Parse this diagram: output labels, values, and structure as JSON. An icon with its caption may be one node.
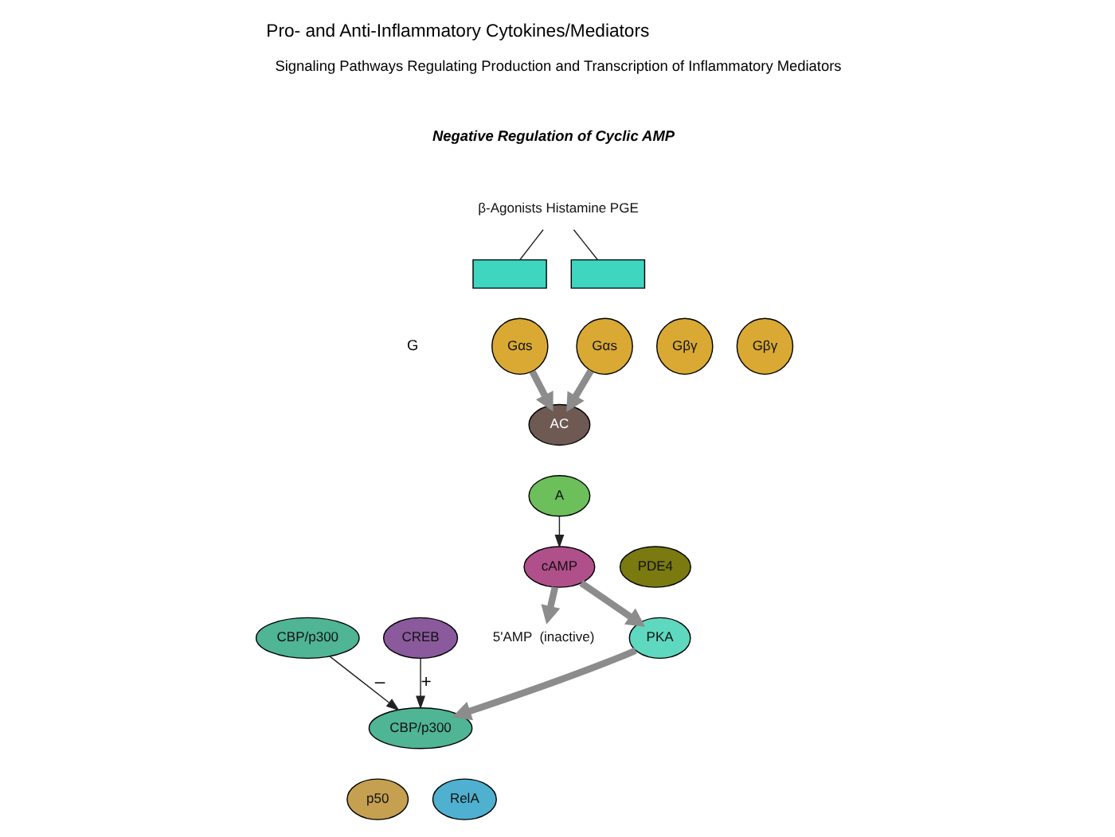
{
  "diagram": {
    "title": "Pro- and Anti-Inflammatory Cytokines/Mediators",
    "nodes": [
      {
        "text": [
          "β-Agonists Histamine PGE"
        ]
      },
      {
        "text": [],
        "shape": "box"
      },
      {
        "text": [],
        "shape": "box"
      },
      {
        "text": [
          "AC"
        ]
      },
      {
        "text": [
          "Gαs"
        ]
      },
      {
        "text": [
          "Gβγ"
        ]
      },
      {
        "text": [
          "Gαs"
        ]
      },
      {
        "text": [
          "Gβγ"
        ]
      },
      {
        "text": [
          "A"
        ]
      },
      {
        "text": [
          "cAMP"
        ]
      },
      {
        "text": [
          "PDE4"
        ]
      },
      {
        "text": [
          "5'AMP  (inactive)"
        ]
      },
      {
        "text": [
          "PKA"
        ]
      },
      {
        "text": [
          "CBP/p300"
        ]
      },
      {
        "text": [
          "CREB"
        ]
      },
      {
        "text": [
          "CBP/p300"
        ]
      },
      {
        "text": [
          "p50"
        ]
      },
      {
        "text": [
          "RelA"
        ]
      }
    ],
    "edges": [
      {
        "from": 0,
        "to": 1,
        "arrow": "none"
      },
      {
        "from": 0,
        "to": 2,
        "arrow": "none"
      },
      {
        "from": 4,
        "to": 3,
        "arrow": "to",
        "style": "thick",
        "color": "#8c8c8c"
      },
      {
        "from": 6,
        "to": 3,
        "arrow": "to",
        "style": "thick",
        "color": "#8c8c8c"
      },
      {
        "from": 8,
        "to": 9,
        "arrow": "to"
      },
      {
        "from": 9,
        "to": 11,
        "arrow": "to",
        "style": "thick",
        "color": "#8c8c8c"
      },
      {
        "from": 9,
        "to": 12,
        "arrow": "to",
        "style": "thick",
        "color": "#8c8c8c"
      },
      {
        "from": 12,
        "to": 15,
        "arrow": "to",
        "style": "thick",
        "color": "#8c8c8c"
      },
      {
        "from": 13,
        "to": 15,
        "label": "–",
        "arrow": "to"
      },
      {
        "from": 14,
        "to": 15,
        "label": "+",
        "arrow": "to"
      }
    ],
    "labels": [
      "Signaling Pathways Regulating Production and Transcription of Inflammatory Mediators",
      "Negative Regulation of Cyclic AMP",
      "G"
    ]
  }
}
